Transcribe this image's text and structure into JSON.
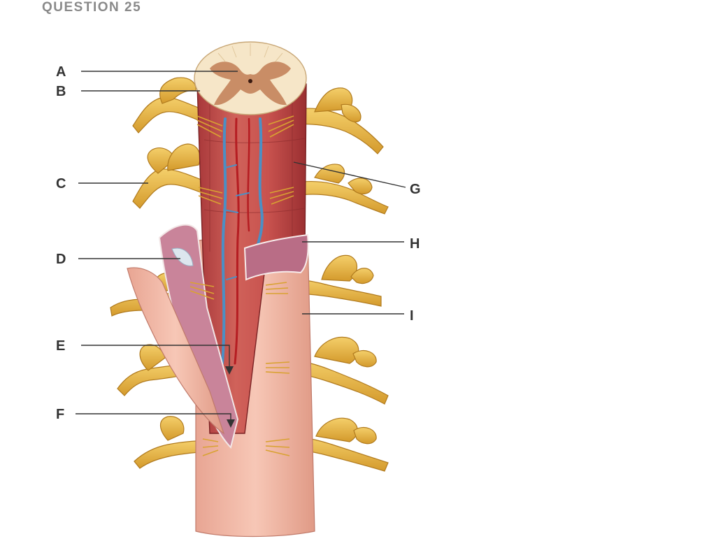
{
  "header": {
    "title": "QUESTION 25"
  },
  "labels": {
    "a": "A",
    "b": "B",
    "c": "C",
    "d": "D",
    "e": "E",
    "f": "F",
    "g": "G",
    "h": "H",
    "i": "I"
  },
  "colors": {
    "nerve": "#e9b43c",
    "nerve_dark": "#b8801c",
    "cord": "#c9504b",
    "cord_dark": "#9c2f2d",
    "vein": "#4c8fc4",
    "dura": "#f2b8a6",
    "arachnoid": "#c9849a",
    "gray_matter": "#c98d66",
    "white_matter": "#f6e6c8"
  }
}
